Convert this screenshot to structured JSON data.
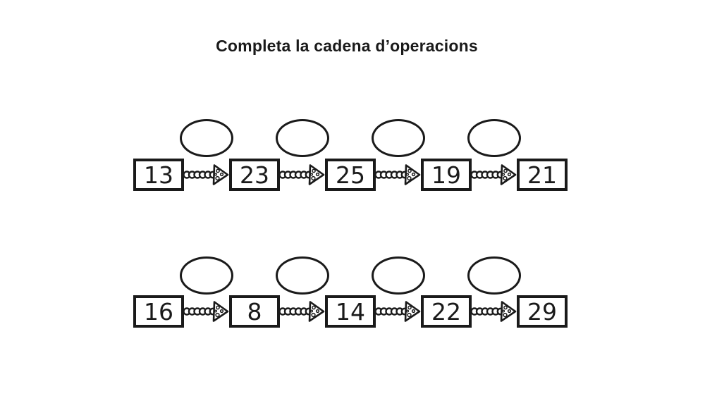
{
  "title": "Completa la cadena d’operacions",
  "colors": {
    "ink": "#1a1a1a",
    "paper": "#ffffff"
  },
  "icons": {
    "arrow": "chain-beads-arrow-icon",
    "answer_slot": "blank-oval"
  },
  "chains": [
    {
      "values": [
        "13",
        "23",
        "25",
        "19",
        "21"
      ],
      "answers": [
        "",
        "",
        "",
        ""
      ]
    },
    {
      "values": [
        "16",
        "8",
        "14",
        "22",
        "29"
      ],
      "answers": [
        "",
        "",
        "",
        ""
      ]
    }
  ]
}
